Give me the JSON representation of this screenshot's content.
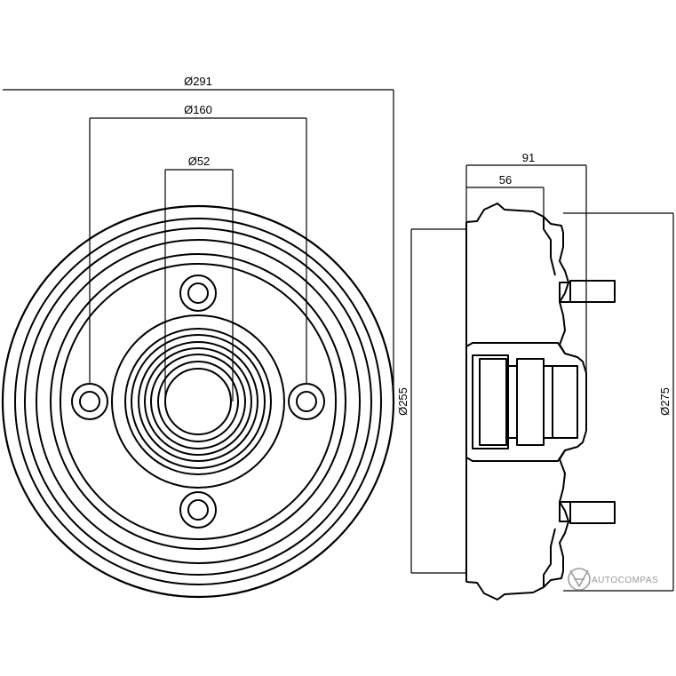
{
  "drawing": {
    "front_view": {
      "outer_diameter_label": "Ø291",
      "bolt_circle_label": "Ø160",
      "center_bore_label": "Ø52",
      "bolt_hole_count": 4
    },
    "side_view": {
      "total_height_label": "91",
      "hub_height_label": "56",
      "inner_diameter_label": "Ø255",
      "outer_diameter_label": "Ø275"
    }
  },
  "watermark": {
    "text": "AUTOCOMPAS"
  },
  "colors": {
    "line": "#000000",
    "watermark": "#9a9a9a",
    "background": "#ffffff"
  }
}
